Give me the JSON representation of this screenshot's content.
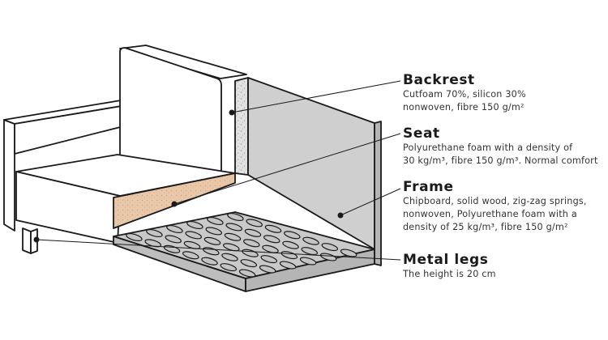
{
  "callouts": {
    "backrest": {
      "title": "Backrest",
      "lines": [
        "Cutfoam 70%, silicon 30%",
        "nonwoven, fibre 150 g/m²"
      ]
    },
    "seat": {
      "title": "Seat",
      "lines": [
        "Polyurethane foam with a density of",
        "30 kg/m³, fibre 150 g/m³. Normal comfort"
      ]
    },
    "frame": {
      "title": "Frame",
      "lines": [
        "Chipboard, solid wood, zig-zag springs,",
        "nonwoven, Polyurethane foam with a",
        "density of 25 kg/m³, fibre 150 g/m²"
      ]
    },
    "legs": {
      "title": "Metal legs",
      "lines": [
        "The height is 20 cm"
      ]
    }
  },
  "colors": {
    "outline": "#1a1a1a",
    "frame_fill": "#cfcfcf",
    "cushion_fill": "#ffffff",
    "seat_foam_fill": "#e7c7a6",
    "backrest_foam_fill": "#dcdcdc",
    "spring_fill": "#bdbdbd"
  }
}
